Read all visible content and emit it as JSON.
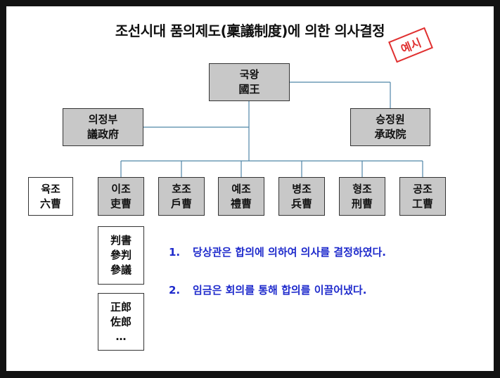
{
  "title": "조선시대 품의제도(稟議制度)에 의한 의사결정",
  "stamp": "예시",
  "king": {
    "kr": "국왕",
    "hanja": "國王"
  },
  "left_office": {
    "kr": "의정부",
    "hanja": "議政府"
  },
  "right_office": {
    "kr": "승정원",
    "hanja": "承政院"
  },
  "six_ministries": {
    "kr": "육조",
    "hanja": "六曹"
  },
  "ministries": [
    {
      "kr": "이조",
      "hanja": "吏曹"
    },
    {
      "kr": "호조",
      "hanja": "戶曹"
    },
    {
      "kr": "예조",
      "hanja": "禮曹"
    },
    {
      "kr": "병조",
      "hanja": "兵曹"
    },
    {
      "kr": "형조",
      "hanja": "刑曹"
    },
    {
      "kr": "공조",
      "hanja": "工曹"
    }
  ],
  "senior_officials": [
    "判書",
    "參判",
    "參議"
  ],
  "junior_officials": [
    "正郎",
    "佐郎",
    "…"
  ],
  "notes": [
    {
      "num": "1.",
      "text": "당상관은 합의에 의하여 의사를 결정하였다."
    },
    {
      "num": "2.",
      "text": "임금은 회의를 통해 합의를 이끌어냈다."
    }
  ],
  "colors": {
    "line": "#4f86a8",
    "box_fill": "#c8c8c8",
    "note_text": "#1f2bcc",
    "stamp": "#e03030"
  }
}
